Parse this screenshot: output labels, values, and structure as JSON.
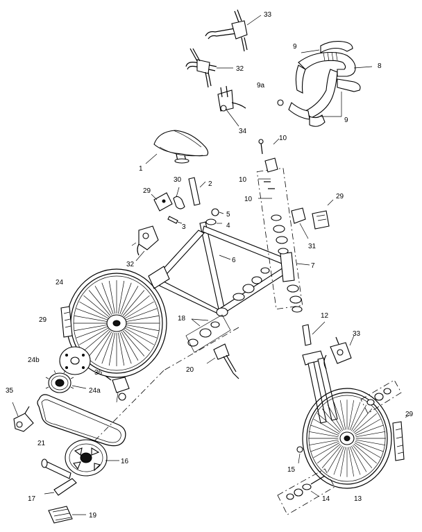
{
  "callouts": [
    {
      "id": "c1",
      "text": "1"
    },
    {
      "id": "c2",
      "text": "2"
    },
    {
      "id": "c3",
      "text": "3"
    },
    {
      "id": "c4",
      "text": "4"
    },
    {
      "id": "c5",
      "text": "5"
    },
    {
      "id": "c6",
      "text": "6"
    },
    {
      "id": "c7",
      "text": "7"
    },
    {
      "id": "c8",
      "text": "8"
    },
    {
      "id": "c9a",
      "text": "9"
    },
    {
      "id": "c9b",
      "text": "9"
    },
    {
      "id": "c9sub",
      "text": "9a"
    },
    {
      "id": "c10a",
      "text": "10"
    },
    {
      "id": "c10b",
      "text": "10"
    },
    {
      "id": "c10c",
      "text": "10"
    },
    {
      "id": "c12",
      "text": "12"
    },
    {
      "id": "c13",
      "text": "13"
    },
    {
      "id": "c14",
      "text": "14"
    },
    {
      "id": "c15",
      "text": "15"
    },
    {
      "id": "c16",
      "text": "16"
    },
    {
      "id": "c17",
      "text": "17"
    },
    {
      "id": "c18",
      "text": "18"
    },
    {
      "id": "c19",
      "text": "19"
    },
    {
      "id": "c20",
      "text": "20"
    },
    {
      "id": "c21",
      "text": "21"
    },
    {
      "id": "c24",
      "text": "24"
    },
    {
      "id": "c24a",
      "text": "24a"
    },
    {
      "id": "c24b",
      "text": "24b"
    },
    {
      "id": "c29a",
      "text": "29"
    },
    {
      "id": "c29b",
      "text": "29"
    },
    {
      "id": "c29c",
      "text": "29"
    },
    {
      "id": "c29d",
      "text": "29"
    },
    {
      "id": "c30",
      "text": "30"
    },
    {
      "id": "c31",
      "text": "31"
    },
    {
      "id": "c32a",
      "text": "32"
    },
    {
      "id": "c32b",
      "text": "32"
    },
    {
      "id": "c33a",
      "text": "33"
    },
    {
      "id": "c33b",
      "text": "33"
    },
    {
      "id": "c34",
      "text": "34"
    },
    {
      "id": "c35",
      "text": "35"
    },
    {
      "id": "c36",
      "text": "36"
    }
  ]
}
